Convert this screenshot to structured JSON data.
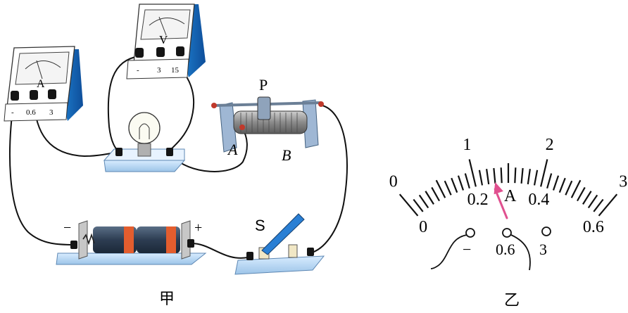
{
  "figure_left": {
    "caption": "甲",
    "ammeter": {
      "letter": "A",
      "terminals": [
        "-",
        "0.6",
        "3"
      ]
    },
    "voltmeter": {
      "letter": "V",
      "terminals": [
        "-",
        "3",
        "15"
      ]
    },
    "rheostat": {
      "slider_label": "P",
      "end_a": "A",
      "end_b": "B"
    },
    "battery": {
      "minus": "−",
      "plus": "+"
    },
    "switch": {
      "label": "S"
    }
  },
  "figure_right": {
    "caption": "乙",
    "meter_letter": "A",
    "outer_scale": [
      "0",
      "1",
      "2",
      "3"
    ],
    "inner_scale": [
      "0",
      "0.2",
      "0.4",
      "0.6"
    ],
    "terminals": [
      "−",
      "0.6",
      "3"
    ],
    "pointer_reading_small_range": 0.26,
    "pointer_color": "#e0508f"
  }
}
